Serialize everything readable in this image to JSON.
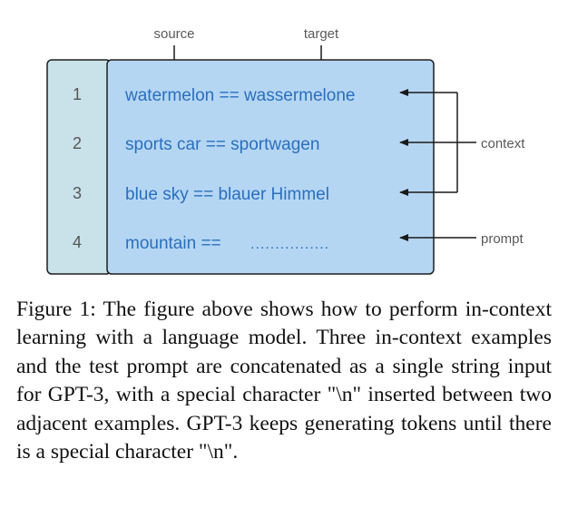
{
  "figure": {
    "header_labels": {
      "source": "source",
      "target": "target"
    },
    "rows": [
      {
        "number": "1",
        "text": "watermelon == wassermelone"
      },
      {
        "number": "2",
        "text": "sports car == sportwagen"
      },
      {
        "number": "3",
        "text": "blue sky == blauer Himmel"
      },
      {
        "number": "4",
        "text": "mountain ==",
        "blank": "................"
      }
    ],
    "side_labels": {
      "context": "context",
      "prompt": "prompt"
    },
    "colors": {
      "number_column_fill": "#c9e2ea",
      "panel_fill": "#b5d6f3",
      "border": "#1f1f1f",
      "example_text": "#2a6fbd",
      "number_text": "#555555",
      "label_text": "#5a5a5a",
      "arrow": "#1a1a1a"
    }
  },
  "caption": {
    "lead": "Figure 1:",
    "text": " The figure above shows how to perform in-context learning with a language model.  Three in-context examples and the test prompt are concatenated as a single string input for GPT-3, with a special character \"\\n\" inserted between two adjacent examples. GPT-3 keeps generating tokens until there is a special character \"\\n\"."
  }
}
